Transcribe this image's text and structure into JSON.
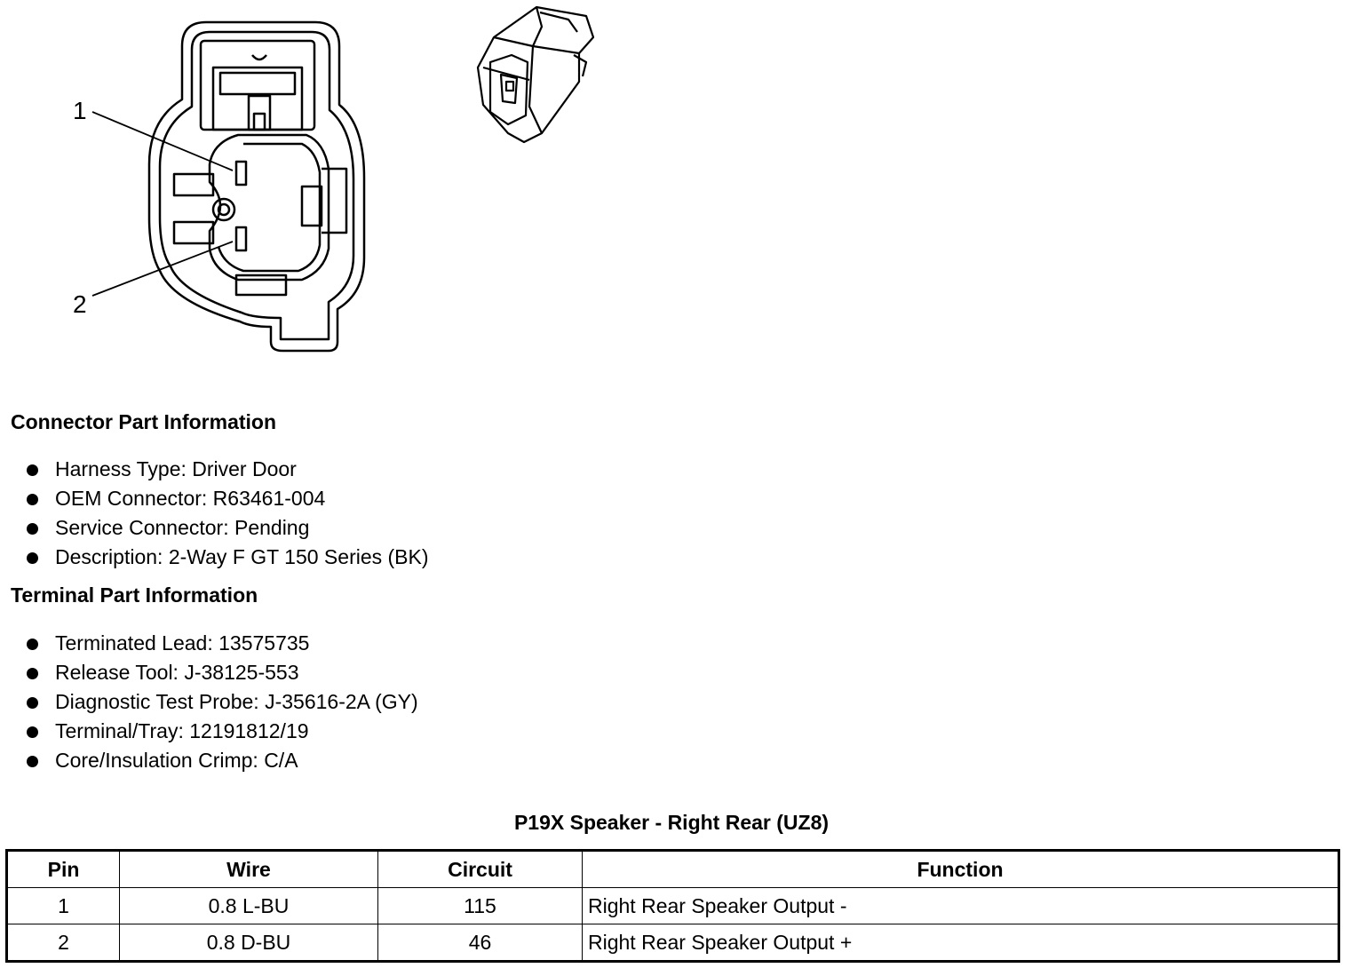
{
  "diagram": {
    "pin_labels": [
      "1",
      "2"
    ]
  },
  "connector_info": {
    "heading": "Connector Part Information",
    "items": [
      "Harness Type: Driver Door",
      "OEM Connector: R63461-004",
      "Service Connector: Pending",
      "Description: 2-Way F GT 150 Series (BK)"
    ]
  },
  "terminal_info": {
    "heading": "Terminal Part Information",
    "items": [
      "Terminated Lead: 13575735",
      "Release Tool: J-38125-553",
      "Diagnostic Test Probe: J-35616-2A (GY)",
      "Terminal/Tray: 12191812/19",
      "Core/Insulation Crimp: C/A"
    ]
  },
  "table": {
    "caption": "P19X Speaker - Right Rear (UZ8)",
    "headers": [
      "Pin",
      "Wire",
      "Circuit",
      "Function"
    ],
    "rows": [
      [
        "1",
        "0.8 L-BU",
        "115",
        "Right Rear Speaker Output -"
      ],
      [
        "2",
        "0.8 D-BU",
        "46",
        "Right Rear Speaker Output +"
      ]
    ]
  }
}
